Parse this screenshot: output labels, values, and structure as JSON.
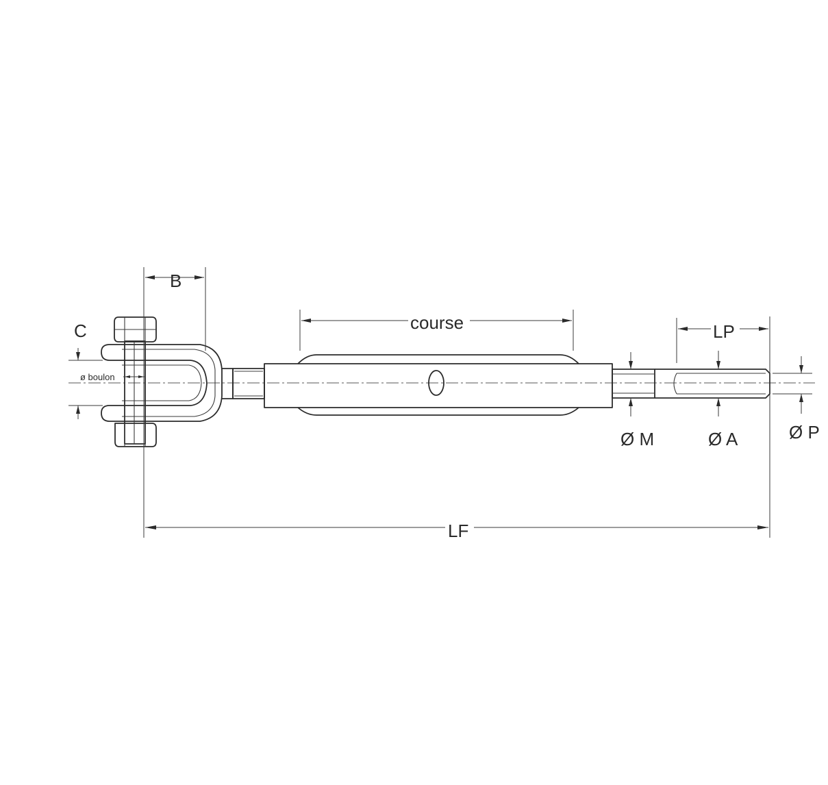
{
  "labels": {
    "b": "B",
    "c": "C",
    "pin": "ø boulon",
    "course": "course",
    "lp": "LP",
    "m": "Ø M",
    "a": "Ø A",
    "p": "Ø P",
    "lf": "LF"
  },
  "colors": {
    "line": "#2b2b2b",
    "text": "#2a2a2a",
    "background": "#ffffff"
  }
}
